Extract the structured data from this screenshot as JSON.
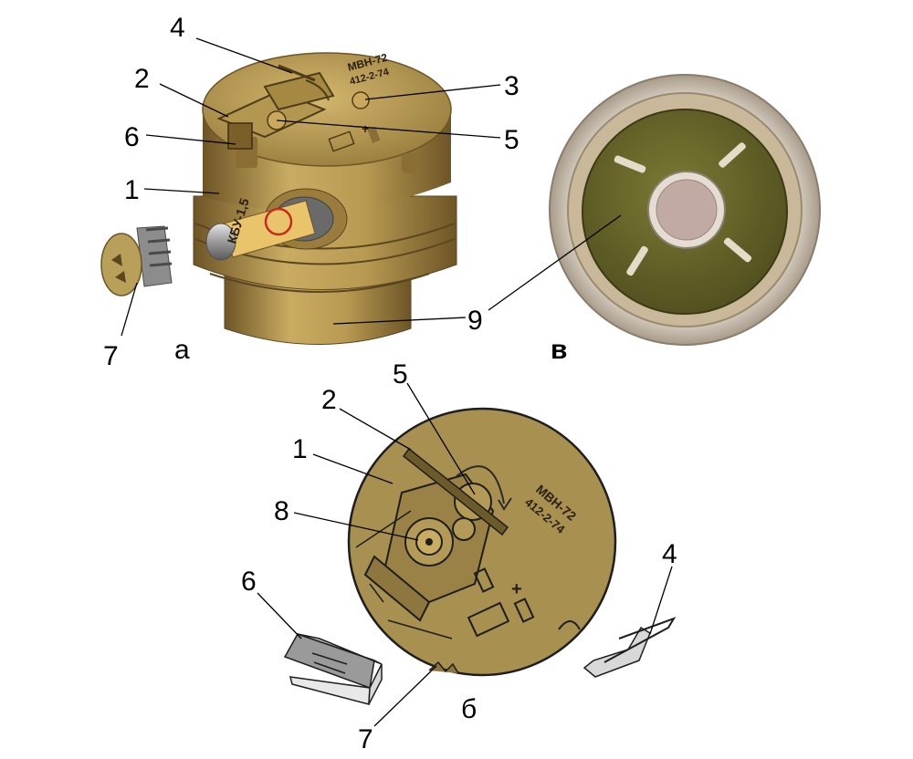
{
  "markings": {
    "model": "МВН-72",
    "code": "412-2-74",
    "cartridge": "КБУ-1,5",
    "plus": "+"
  },
  "panels": {
    "a": "а",
    "b": "б",
    "v": "в"
  },
  "labels_a": {
    "n1": "1",
    "n2": "2",
    "n3": "3",
    "n4": "4",
    "n5": "5",
    "n6": "6",
    "n7": "7",
    "n9": "9"
  },
  "labels_b": {
    "n1": "1",
    "n2": "2",
    "n4": "4",
    "n5": "5",
    "n6": "6",
    "n7": "7",
    "n8": "8"
  },
  "colors": {
    "brass_light": "#c9ac62",
    "brass": "#a88a45",
    "brass_dark": "#6e5526",
    "olive": "#6e6c2c",
    "olive_dark": "#4c4a1c",
    "silver": "#c8c4bc",
    "drawing_fill": "#a89050"
  }
}
